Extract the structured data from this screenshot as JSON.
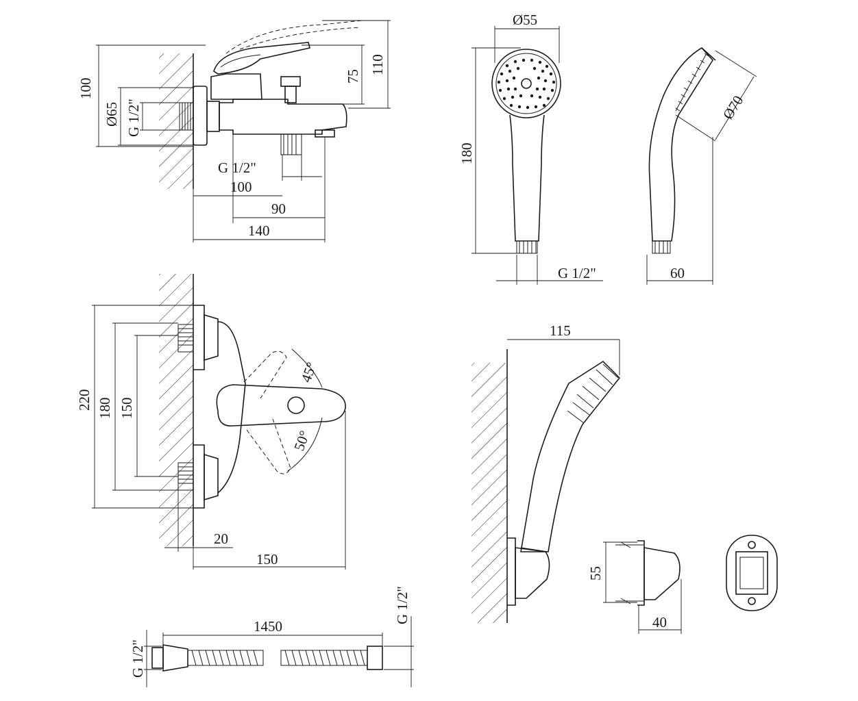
{
  "drawing": {
    "faucet_side": {
      "h_100": "100",
      "h_110": "110",
      "h_75": "75",
      "dia_65": "Ø65",
      "thread_left": "G 1/2\"",
      "thread_spout": "G 1/2\"",
      "w_100": "100",
      "w_90": "90",
      "w_140": "140"
    },
    "hand_shower_front": {
      "dia_55": "Ø55",
      "h_180": "180",
      "thread": "G 1/2\""
    },
    "hand_shower_side": {
      "dia_70": "Ø70",
      "w_60": "60"
    },
    "faucet_front": {
      "h_220": "220",
      "h_180": "180",
      "h_150": "150",
      "angle_45": "45°",
      "angle_50": "50°",
      "w_20": "20",
      "w_150": "150"
    },
    "wall_mount": {
      "w_115": "115"
    },
    "holder": {
      "h_55": "55",
      "w_40": "40"
    },
    "hose": {
      "length": "1450",
      "thread_left": "G 1/2\"",
      "thread_right": "G 1/2\""
    }
  }
}
